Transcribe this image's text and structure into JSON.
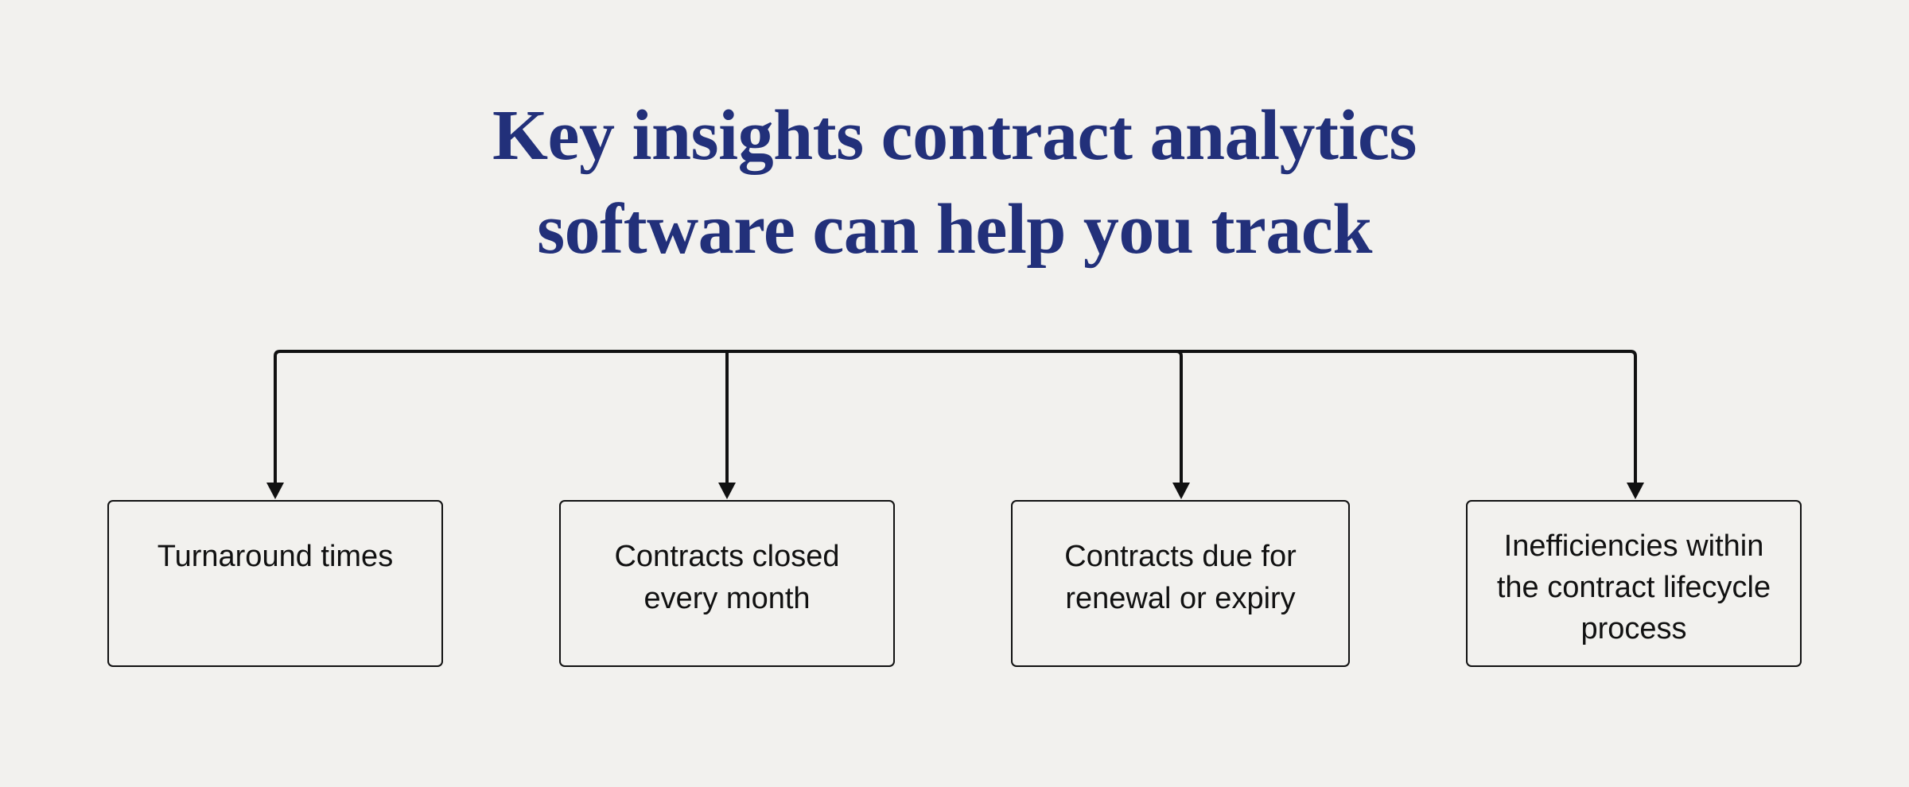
{
  "title": {
    "lines": [
      "Key insights contract analytics",
      "software can help you track"
    ],
    "color": "#22307a"
  },
  "background_color": "#f2f1ee",
  "diagram": {
    "connector_color": "#111111",
    "boxes": [
      {
        "lines": [
          "Turnaround times"
        ]
      },
      {
        "lines": [
          "Contracts closed",
          "every month"
        ]
      },
      {
        "lines": [
          "Contracts due for",
          "renewal or expiry"
        ]
      },
      {
        "lines": [
          "Inefficiencies within",
          "the contract lifecycle",
          "process"
        ]
      }
    ]
  }
}
